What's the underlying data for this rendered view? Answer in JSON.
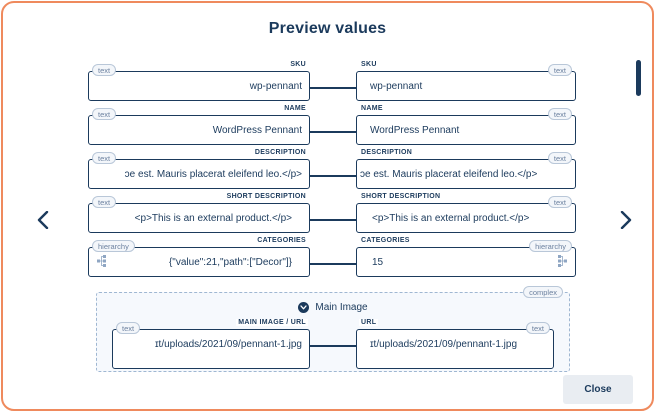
{
  "dialog": {
    "title": "Preview values",
    "close_label": "Close"
  },
  "rows": [
    {
      "left_label": "SKU",
      "left_badge": "text",
      "left_value": "wp-pennant",
      "right_label": "SKU",
      "right_badge": "text",
      "right_value": "wp-pennant"
    },
    {
      "left_label": "NAME",
      "left_badge": "text",
      "left_value": "WordPress Pennant",
      "right_label": "NAME",
      "right_badge": "text",
      "right_value": "WordPress Pennant"
    },
    {
      "left_label": "DESCRIPTION",
      "left_badge": "text",
      "left_value": "ɔe est. Mauris placerat eleifend leo.</p>",
      "right_label": "DESCRIPTION",
      "right_badge": "text",
      "right_value": "ɔe est. Mauris placerat eleifend leo.</p>"
    },
    {
      "left_label": "SHORT DESCRIPTION",
      "left_badge": "text",
      "left_value": "<p>This is an external product.</p>",
      "right_label": "SHORT DESCRIPTION",
      "right_badge": "text",
      "right_value": "<p>This is an external product.</p>"
    },
    {
      "left_label": "CATEGORIES",
      "left_badge": "hierarchy",
      "left_value": "{\"value\":21,\"path\":[\"Decor\"]}",
      "right_label": "CATEGORIES",
      "right_badge": "hierarchy",
      "right_value": "15"
    }
  ],
  "complex": {
    "badge": "complex",
    "title": "Main Image",
    "left_label": "MAIN IMAGE / URL",
    "left_badge": "text",
    "left_value": "ɪt/uploads/2021/09/pennant-1.jpg",
    "right_label": "URL",
    "right_badge": "text",
    "right_value": "ɪt/uploads/2021/09/pennant-1.jpg"
  },
  "icons": {
    "prev": "chevron-left-icon",
    "next": "chevron-right-icon",
    "hierarchy": "tree-icon",
    "expand": "chevron-down-icon"
  },
  "colors": {
    "accent_border": "#ef8a5d",
    "primary": "#1b3a5c",
    "button_bg": "#e9edf2"
  }
}
